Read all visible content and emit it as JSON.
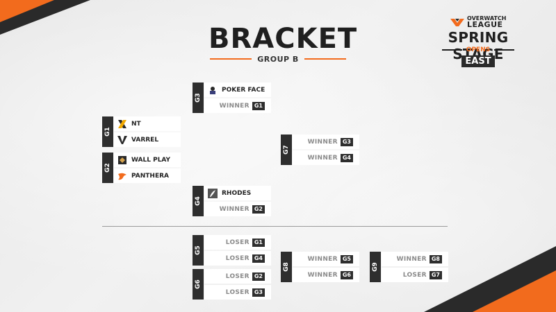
{
  "title": "BRACKET",
  "subtitle": "GROUP B",
  "logo": {
    "overwatch": "OVERWATCH",
    "league": "LEAGUE",
    "stage": "SPRING STAGE",
    "opens": "OPENS",
    "region": "EAST"
  },
  "colors": {
    "accent": "#f26b1d",
    "dark": "#2e2e2e",
    "slot": "#ffffff",
    "ref_text": "#8a8a8a"
  },
  "matches": {
    "g1": {
      "tag": "G1",
      "top": {
        "team": "NT",
        "logo": "nt-logo"
      },
      "bottom": {
        "team": "VARREL",
        "logo": "varrel-logo"
      }
    },
    "g2": {
      "tag": "G2",
      "top": {
        "team": "WALL PLAY",
        "logo": "wallplay-logo"
      },
      "bottom": {
        "team": "PANTHERA",
        "logo": "panthera-logo"
      }
    },
    "g3": {
      "tag": "G3",
      "top": {
        "team": "POKER FACE",
        "logo": "pokerface-logo"
      },
      "bottom": {
        "label": "WINNER",
        "code": "G1"
      }
    },
    "g4": {
      "tag": "G4",
      "top": {
        "team": "RHODES",
        "logo": "rhodes-logo"
      },
      "bottom": {
        "label": "WINNER",
        "code": "G2"
      }
    },
    "g5": {
      "tag": "G5",
      "top": {
        "label": "LOSER",
        "code": "G1"
      },
      "bottom": {
        "label": "LOSER",
        "code": "G4"
      }
    },
    "g6": {
      "tag": "G6",
      "top": {
        "label": "LOSER",
        "code": "G2"
      },
      "bottom": {
        "label": "LOSER",
        "code": "G3"
      }
    },
    "g7": {
      "tag": "G7",
      "top": {
        "label": "WINNER",
        "code": "G3"
      },
      "bottom": {
        "label": "WINNER",
        "code": "G4"
      }
    },
    "g8": {
      "tag": "G8",
      "top": {
        "label": "WINNER",
        "code": "G5"
      },
      "bottom": {
        "label": "WINNER",
        "code": "G6"
      }
    },
    "g9": {
      "tag": "G9",
      "top": {
        "label": "WINNER",
        "code": "G8"
      },
      "bottom": {
        "label": "LOSER",
        "code": "G7"
      }
    }
  }
}
